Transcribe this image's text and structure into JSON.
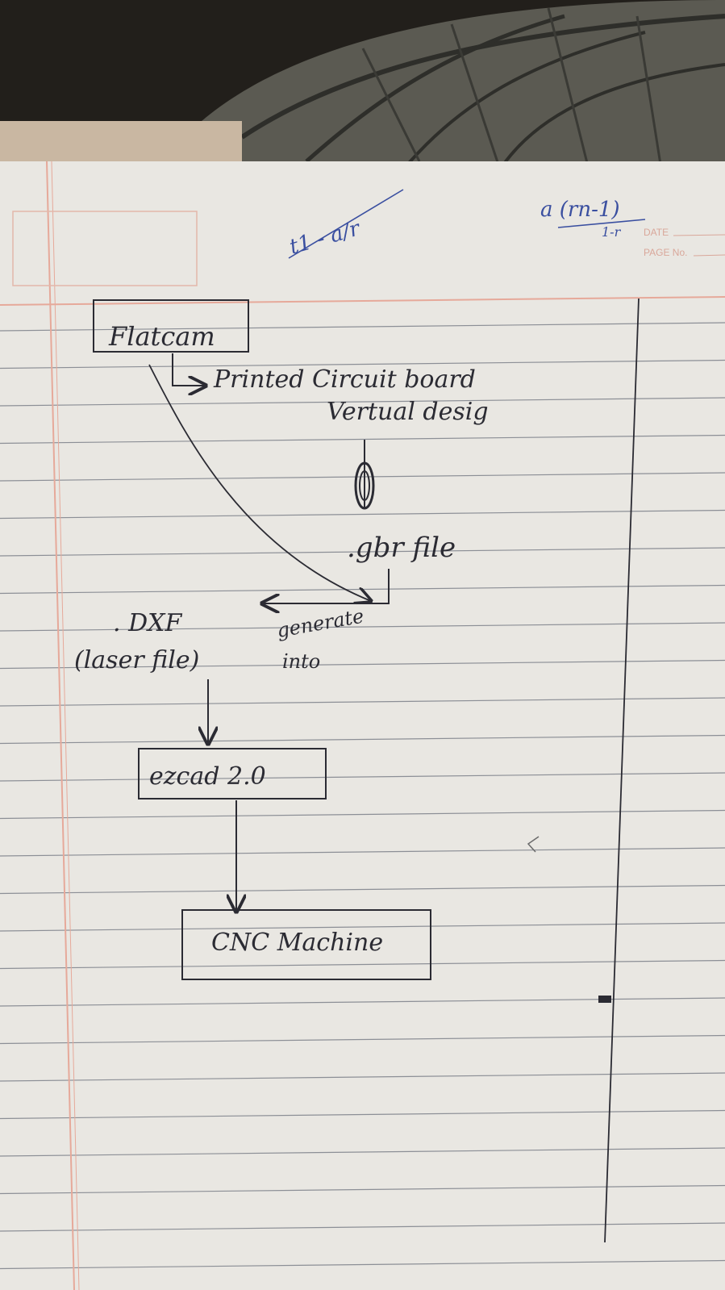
{
  "header": {
    "date_label": "DATE",
    "page_label": "PAGE No."
  },
  "margin_math": {
    "left_formula": "t1 - a/r",
    "right_formula_numerator": "a (rn-1)",
    "right_formula_denominator": "1-r"
  },
  "diagram": {
    "nodes": [
      {
        "id": "flatcam",
        "label": "Flatcam",
        "boxed": true
      },
      {
        "id": "pcb-desc-1",
        "label": "Printed Circuit board",
        "boxed": false
      },
      {
        "id": "pcb-desc-2",
        "label": "Vertual desig",
        "boxed": false
      },
      {
        "id": "gbr",
        "label": ".gbr file",
        "boxed": false
      },
      {
        "id": "dxf",
        "label": ". DXF",
        "boxed": false
      },
      {
        "id": "laser",
        "label": "(laser file)",
        "boxed": false
      },
      {
        "id": "ezcad",
        "label": "ezcad 2.0",
        "boxed": true
      },
      {
        "id": "cnc",
        "label": "CNC Machine",
        "boxed": true
      }
    ],
    "edge_labels": {
      "generate": "generate",
      "into": "into"
    },
    "edges": [
      {
        "from": "flatcam",
        "to": "pcb-desc-1"
      },
      {
        "from": "flatcam",
        "to": "gbr"
      },
      {
        "from": "pcb-desc-2",
        "to": "gbr"
      },
      {
        "from": "gbr",
        "to": "dxf",
        "label": "generate into"
      },
      {
        "from": "laser",
        "to": "ezcad"
      },
      {
        "from": "ezcad",
        "to": "cnc"
      }
    ]
  },
  "colors": {
    "paper": "#e9e7e2",
    "rule_line": "#8c8f96",
    "margin_line": "#e6a99a",
    "ink": "#2b2b33",
    "blue_ink": "#3a4fa0"
  }
}
